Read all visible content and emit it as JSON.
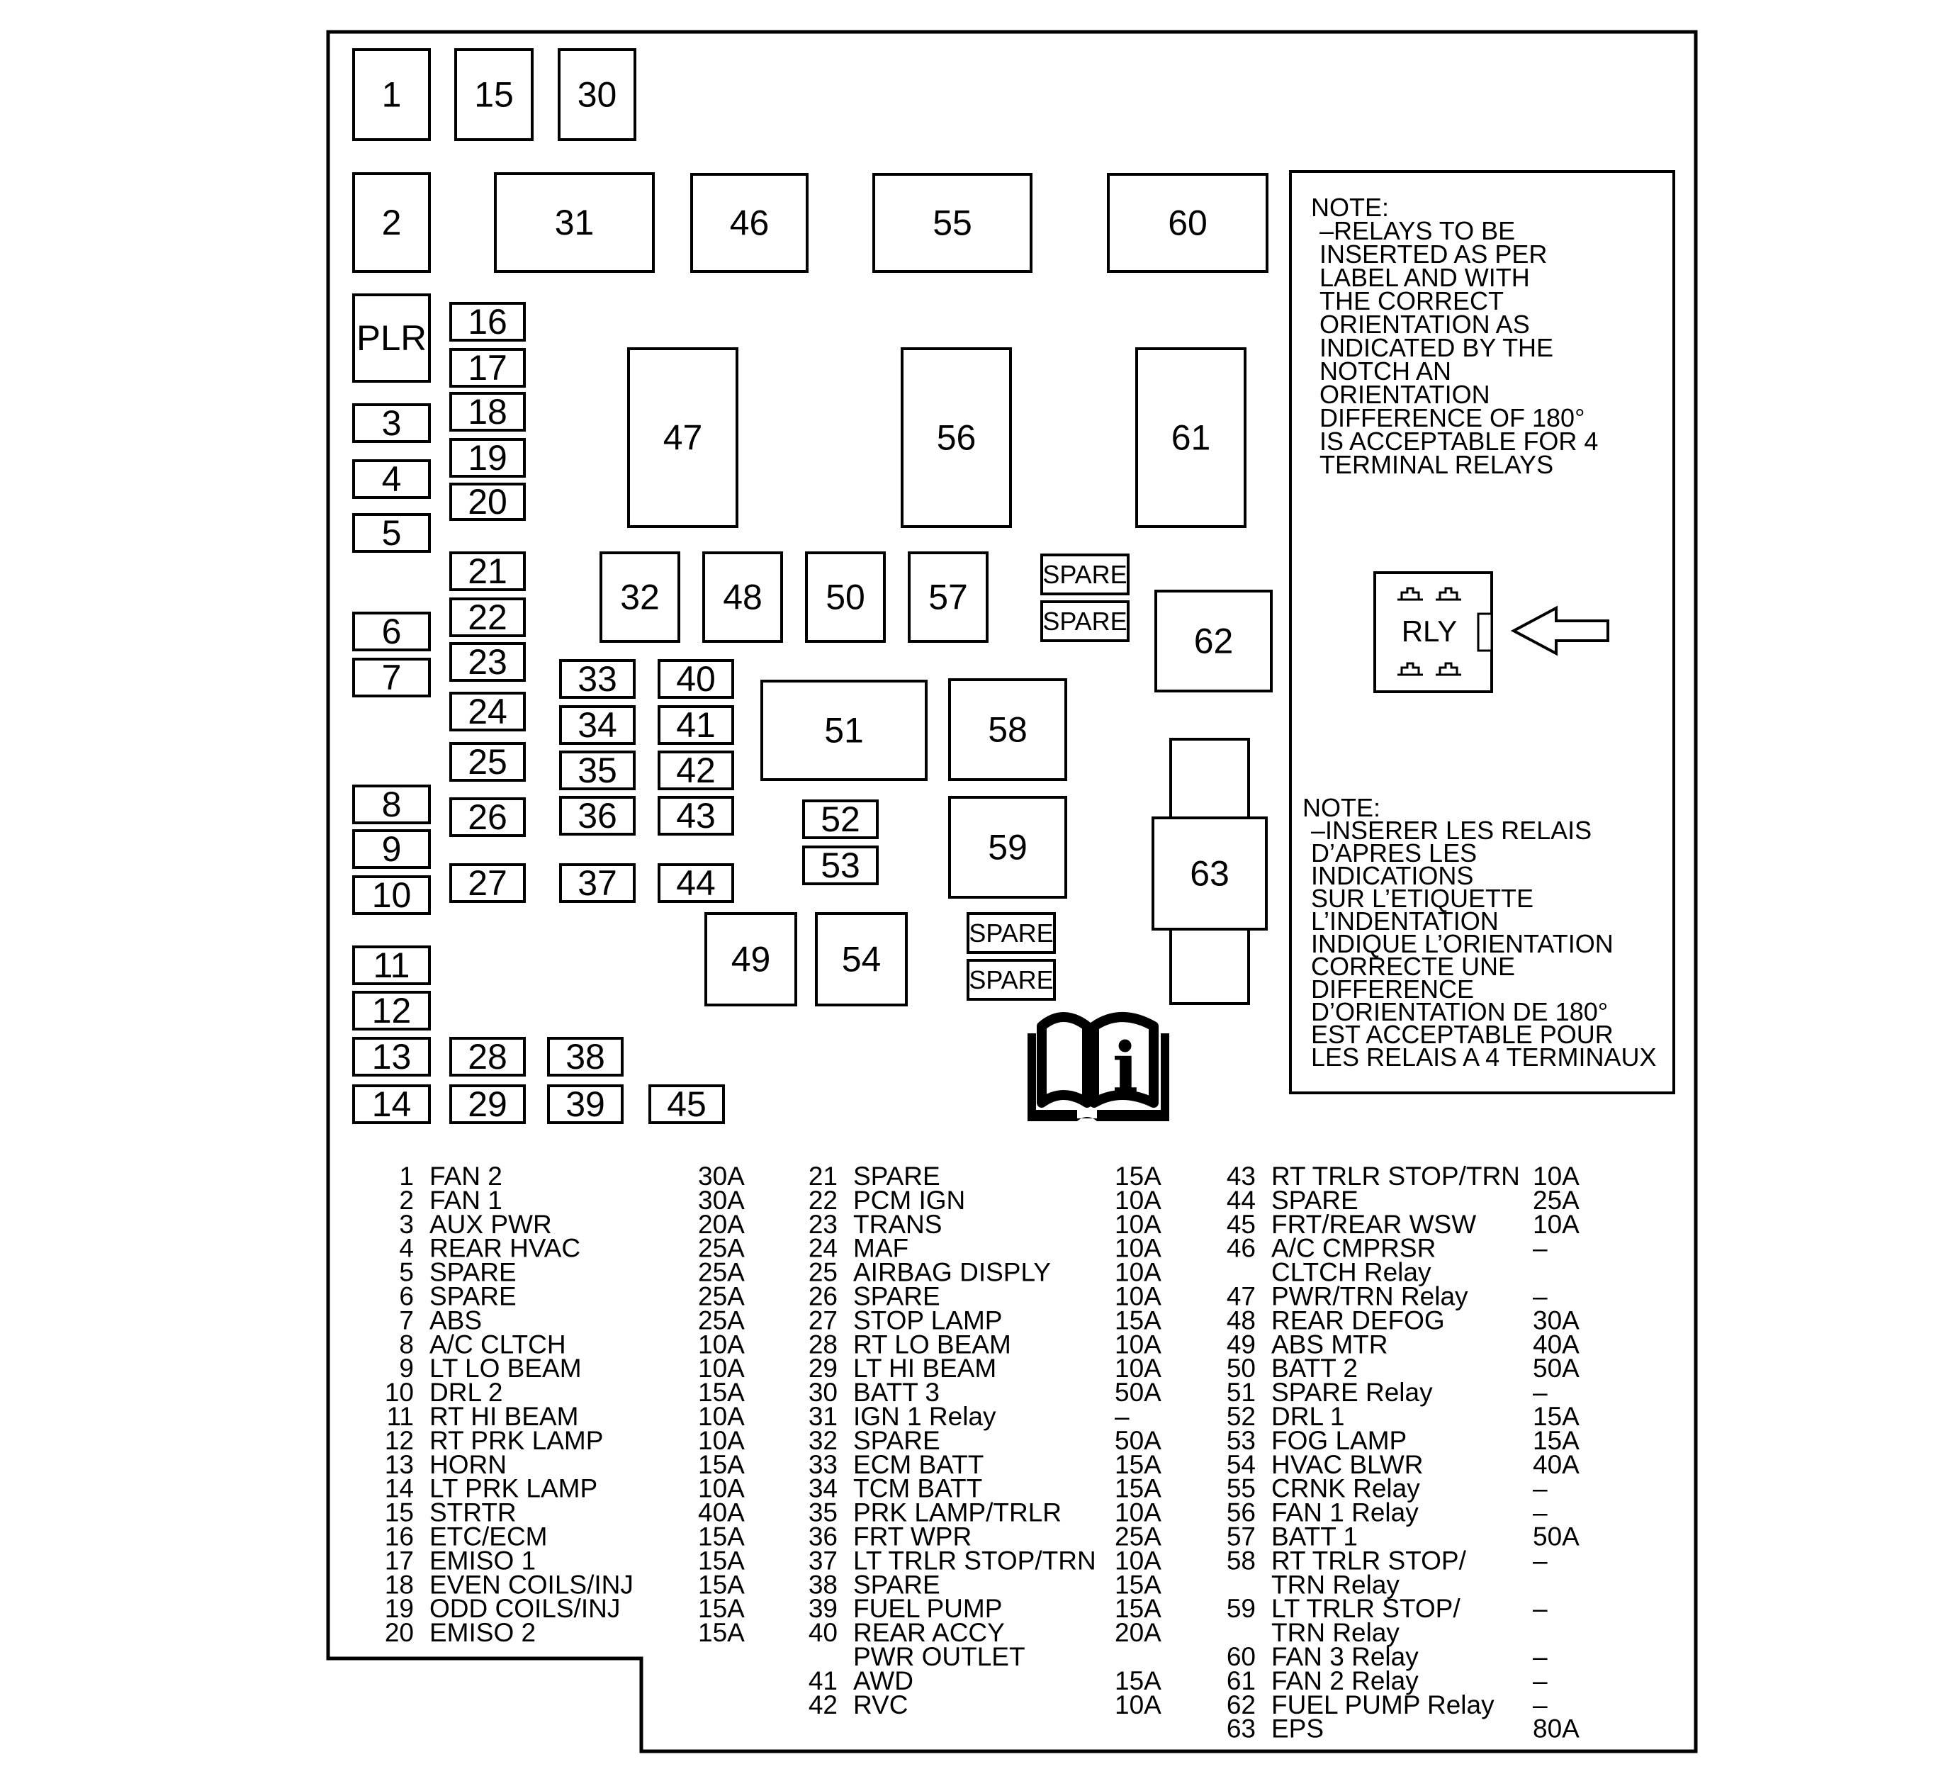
{
  "fuses": [
    {
      "id": "f1",
      "label": "1"
    },
    {
      "id": "f15",
      "label": "15"
    },
    {
      "id": "f30",
      "label": "30"
    },
    {
      "id": "f2",
      "label": "2"
    },
    {
      "id": "f31",
      "label": "31"
    },
    {
      "id": "f46",
      "label": "46"
    },
    {
      "id": "f55",
      "label": "55"
    },
    {
      "id": "f60",
      "label": "60"
    },
    {
      "id": "fplr",
      "label": "PLR"
    },
    {
      "id": "f16",
      "label": "16"
    },
    {
      "id": "f17",
      "label": "17"
    },
    {
      "id": "f18",
      "label": "18"
    },
    {
      "id": "f19",
      "label": "19"
    },
    {
      "id": "f20",
      "label": "20"
    },
    {
      "id": "f3",
      "label": "3"
    },
    {
      "id": "f4",
      "label": "4"
    },
    {
      "id": "f5",
      "label": "5"
    },
    {
      "id": "f47",
      "label": "47"
    },
    {
      "id": "f56",
      "label": "56"
    },
    {
      "id": "f61",
      "label": "61"
    },
    {
      "id": "f21",
      "label": "21"
    },
    {
      "id": "f22",
      "label": "22"
    },
    {
      "id": "f23",
      "label": "23"
    },
    {
      "id": "f24",
      "label": "24"
    },
    {
      "id": "f25",
      "label": "25"
    },
    {
      "id": "f26",
      "label": "26"
    },
    {
      "id": "f27",
      "label": "27"
    },
    {
      "id": "f6",
      "label": "6"
    },
    {
      "id": "f7",
      "label": "7"
    },
    {
      "id": "f32",
      "label": "32"
    },
    {
      "id": "f48",
      "label": "48"
    },
    {
      "id": "f50",
      "label": "50"
    },
    {
      "id": "f57",
      "label": "57"
    },
    {
      "id": "fsp1",
      "label": "SPARE"
    },
    {
      "id": "fsp2",
      "label": "SPARE"
    },
    {
      "id": "f62",
      "label": "62"
    },
    {
      "id": "f33",
      "label": "33"
    },
    {
      "id": "f34",
      "label": "34"
    },
    {
      "id": "f35",
      "label": "35"
    },
    {
      "id": "f36",
      "label": "36"
    },
    {
      "id": "f37",
      "label": "37"
    },
    {
      "id": "f40",
      "label": "40"
    },
    {
      "id": "f41",
      "label": "41"
    },
    {
      "id": "f42",
      "label": "42"
    },
    {
      "id": "f43",
      "label": "43"
    },
    {
      "id": "f44",
      "label": "44"
    },
    {
      "id": "f51",
      "label": "51"
    },
    {
      "id": "f58",
      "label": "58"
    },
    {
      "id": "f8",
      "label": "8"
    },
    {
      "id": "f9",
      "label": "9"
    },
    {
      "id": "f10",
      "label": "10"
    },
    {
      "id": "f52",
      "label": "52"
    },
    {
      "id": "f53",
      "label": "53"
    },
    {
      "id": "f59",
      "label": "59"
    },
    {
      "id": "f63",
      "label": "63"
    },
    {
      "id": "f49",
      "label": "49"
    },
    {
      "id": "f54",
      "label": "54"
    },
    {
      "id": "fsp3",
      "label": "SPARE"
    },
    {
      "id": "fsp4",
      "label": "SPARE"
    },
    {
      "id": "f11",
      "label": "11"
    },
    {
      "id": "f12",
      "label": "12"
    },
    {
      "id": "f13",
      "label": "13"
    },
    {
      "id": "f14",
      "label": "14"
    },
    {
      "id": "f28",
      "label": "28"
    },
    {
      "id": "f29",
      "label": "29"
    },
    {
      "id": "f38",
      "label": "38"
    },
    {
      "id": "f39",
      "label": "39"
    },
    {
      "id": "f45",
      "label": "45"
    }
  ],
  "note_en": [
    "NOTE:",
    "–RELAYS TO BE",
    "INSERTED AS PER",
    "LABEL AND WITH",
    "THE CORRECT",
    "ORIENTATION AS",
    "INDICATED BY THE",
    "NOTCH    AN",
    "ORIENTATION",
    "DIFFERENCE OF 180°",
    "IS ACCEPTABLE FOR 4",
    "TERMINAL RELAYS"
  ],
  "note_fr": [
    "NOTE:",
    "–INSERER LES RELAIS",
    "D’APRES LES",
    "INDICATIONS",
    "SUR L’ETIQUETTE",
    "L’INDENTATION",
    "INDIQUE L’ORIENTATION",
    "CORRECTE UNE",
    "DIFFERENCE",
    "D’ORIENTATION DE 180°",
    "EST ACCEPTABLE POUR",
    "LES RELAIS A 4 TERMINAUX"
  ],
  "relay_label": "RLY",
  "manual_icon_letter": "i",
  "legend": {
    "col1": [
      {
        "num": "1",
        "name": "FAN 2",
        "amp": "30A"
      },
      {
        "num": "2",
        "name": "FAN 1",
        "amp": "30A"
      },
      {
        "num": "3",
        "name": "AUX PWR",
        "amp": "20A"
      },
      {
        "num": "4",
        "name": "REAR HVAC",
        "amp": "25A"
      },
      {
        "num": "5",
        "name": "SPARE",
        "amp": "25A"
      },
      {
        "num": "6",
        "name": "SPARE",
        "amp": "25A"
      },
      {
        "num": "7",
        "name": "ABS",
        "amp": "25A"
      },
      {
        "num": "8",
        "name": "A/C CLTCH",
        "amp": "10A"
      },
      {
        "num": "9",
        "name": "LT LO BEAM",
        "amp": "10A"
      },
      {
        "num": "10",
        "name": "DRL 2",
        "amp": "15A"
      },
      {
        "num": "11",
        "name": "RT HI BEAM",
        "amp": "10A"
      },
      {
        "num": "12",
        "name": "RT PRK LAMP",
        "amp": "10A"
      },
      {
        "num": "13",
        "name": "HORN",
        "amp": "15A"
      },
      {
        "num": "14",
        "name": "LT PRK LAMP",
        "amp": "10A"
      },
      {
        "num": "15",
        "name": "STRTR",
        "amp": "40A"
      },
      {
        "num": "16",
        "name": "ETC/ECM",
        "amp": "15A"
      },
      {
        "num": "17",
        "name": "EMISO 1",
        "amp": "15A"
      },
      {
        "num": "18",
        "name": "EVEN COILS/INJ",
        "amp": "15A"
      },
      {
        "num": "19",
        "name": "ODD COILS/INJ",
        "amp": "15A"
      },
      {
        "num": "20",
        "name": "EMISO 2",
        "amp": "15A"
      }
    ],
    "col2": [
      {
        "num": "21",
        "name": "SPARE",
        "amp": "15A"
      },
      {
        "num": "22",
        "name": "PCM IGN",
        "amp": "10A"
      },
      {
        "num": "23",
        "name": "TRANS",
        "amp": "10A"
      },
      {
        "num": "24",
        "name": "MAF",
        "amp": "10A"
      },
      {
        "num": "25",
        "name": "AIRBAG DISPLY",
        "amp": "10A"
      },
      {
        "num": "26",
        "name": "SPARE",
        "amp": "10A"
      },
      {
        "num": "27",
        "name": "STOP LAMP",
        "amp": "15A"
      },
      {
        "num": "28",
        "name": "RT LO BEAM",
        "amp": "10A"
      },
      {
        "num": "29",
        "name": "LT HI BEAM",
        "amp": "10A"
      },
      {
        "num": "30",
        "name": "BATT 3",
        "amp": "50A"
      },
      {
        "num": "31",
        "name": "IGN 1 Relay",
        "amp": "–"
      },
      {
        "num": "32",
        "name": "SPARE",
        "amp": "50A"
      },
      {
        "num": "33",
        "name": "ECM BATT",
        "amp": "15A"
      },
      {
        "num": "34",
        "name": "TCM BATT",
        "amp": "15A"
      },
      {
        "num": "35",
        "name": "PRK LAMP/TRLR",
        "amp": "10A"
      },
      {
        "num": "36",
        "name": "FRT WPR",
        "amp": "25A"
      },
      {
        "num": "37",
        "name": "LT TRLR STOP/TRN",
        "amp": "10A"
      },
      {
        "num": "38",
        "name": "SPARE",
        "amp": "15A"
      },
      {
        "num": "39",
        "name": "FUEL PUMP",
        "amp": "15A"
      },
      {
        "num": "40",
        "name": "REAR ACCY",
        "amp": "20A"
      },
      {
        "num": "",
        "name": "PWR OUTLET",
        "amp": ""
      },
      {
        "num": "41",
        "name": "AWD",
        "amp": "15A"
      },
      {
        "num": "42",
        "name": "RVC",
        "amp": "10A"
      }
    ],
    "col3": [
      {
        "num": "43",
        "name": "RT TRLR STOP/TRN",
        "amp": "10A"
      },
      {
        "num": "44",
        "name": "SPARE",
        "amp": "25A"
      },
      {
        "num": "45",
        "name": "FRT/REAR WSW",
        "amp": "10A"
      },
      {
        "num": "46",
        "name": "A/C CMPRSR",
        "amp": "–"
      },
      {
        "num": "",
        "name": "CLTCH Relay",
        "amp": ""
      },
      {
        "num": "47",
        "name": "PWR/TRN Relay",
        "amp": "–"
      },
      {
        "num": "48",
        "name": "REAR DEFOG",
        "amp": "30A"
      },
      {
        "num": "49",
        "name": "ABS MTR",
        "amp": "40A"
      },
      {
        "num": "50",
        "name": "BATT 2",
        "amp": "50A"
      },
      {
        "num": "51",
        "name": "SPARE Relay",
        "amp": "–"
      },
      {
        "num": "52",
        "name": "DRL 1",
        "amp": "15A"
      },
      {
        "num": "53",
        "name": "FOG LAMP",
        "amp": "15A"
      },
      {
        "num": "54",
        "name": "HVAC BLWR",
        "amp": "40A"
      },
      {
        "num": "55",
        "name": "CRNK Relay",
        "amp": "–"
      },
      {
        "num": "56",
        "name": "FAN 1 Relay",
        "amp": "–"
      },
      {
        "num": "57",
        "name": "BATT 1",
        "amp": "50A"
      },
      {
        "num": "58",
        "name": "RT TRLR STOP/",
        "amp": "–"
      },
      {
        "num": "",
        "name": "TRN Relay",
        "amp": ""
      },
      {
        "num": "59",
        "name": "LT TRLR STOP/",
        "amp": "–"
      },
      {
        "num": "",
        "name": "TRN Relay",
        "amp": ""
      },
      {
        "num": "60",
        "name": "FAN 3 Relay",
        "amp": "–"
      },
      {
        "num": "61",
        "name": "FAN 2 Relay",
        "amp": "–"
      },
      {
        "num": "62",
        "name": "FUEL PUMP Relay",
        "amp": "–"
      },
      {
        "num": "63",
        "name": "EPS",
        "amp": "80A"
      }
    ]
  }
}
